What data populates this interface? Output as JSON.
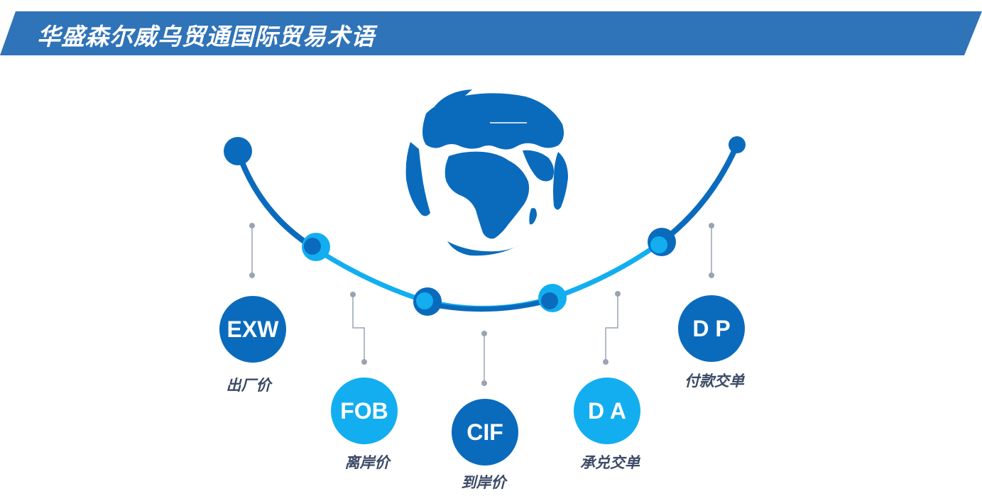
{
  "header": {
    "title": "华盛森尔威乌贸通国际贸易术语"
  },
  "colors": {
    "dark_blue": "#0a6bbd",
    "light_blue": "#12aef0",
    "banner": "#2f73b8",
    "connector": "#9aa3b3",
    "label": "#3c4a66"
  },
  "terms": [
    {
      "code": "EXW",
      "label": "出厂价",
      "color": "dark"
    },
    {
      "code": "FOB",
      "label": "离岸价",
      "color": "light"
    },
    {
      "code": "CIF",
      "label": "到岸价",
      "color": "dark"
    },
    {
      "code": "D A",
      "label": "承兑交单",
      "color": "light"
    },
    {
      "code": "D P",
      "label": "付款交单",
      "color": "dark"
    }
  ],
  "graphics": {
    "globe": "earth-globe-icon"
  }
}
